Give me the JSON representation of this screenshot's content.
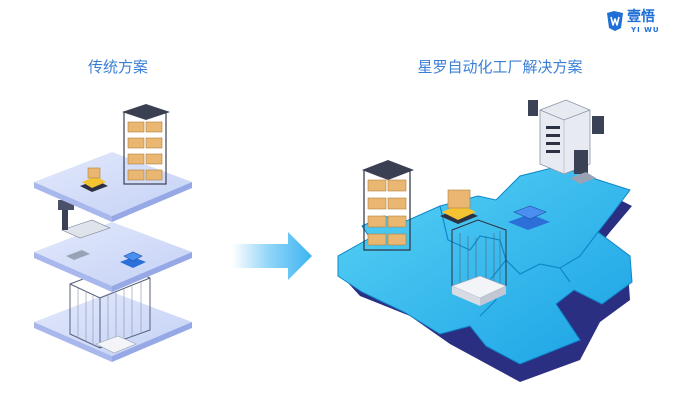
{
  "logo": {
    "name": "壹悟",
    "subtitle": "YI WU",
    "brand_color": "#1f6fd6"
  },
  "left_panel": {
    "title": "传统方案",
    "layer_color": "#c9d5f7"
  },
  "right_panel": {
    "title": "星罗自动化工厂解决方案",
    "puzzle_color": "#1fa9e8",
    "puzzle_edge_color": "#2a2f82"
  },
  "arrow": {
    "icon": "right-arrow-icon",
    "color": "#3bb4f2"
  }
}
